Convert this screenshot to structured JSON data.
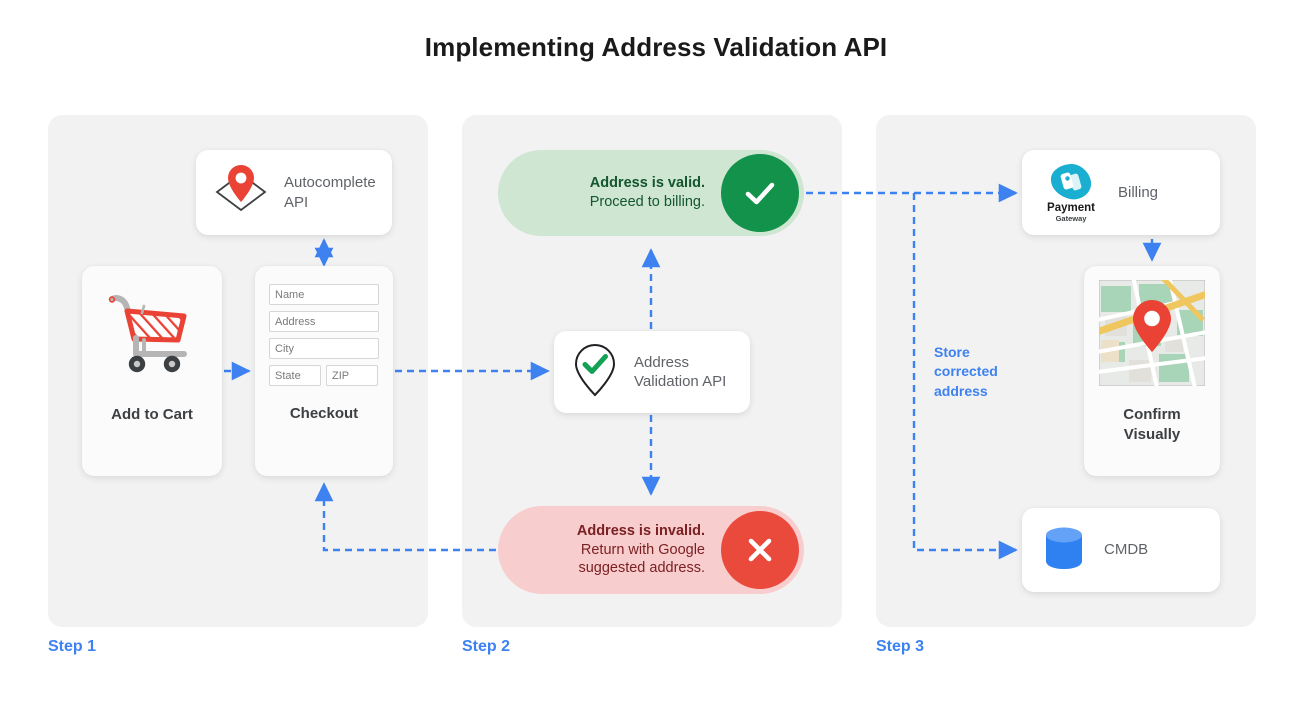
{
  "page": {
    "title": "Implementing Address Validation API",
    "accent_blue": "#3d82f0",
    "panel_bg": "#f2f2f2",
    "valid_green": "#12924b",
    "invalid_red": "#ea4a3c"
  },
  "steps": [
    {
      "label": "Step 1"
    },
    {
      "label": "Step 2"
    },
    {
      "label": "Step 3"
    }
  ],
  "step1": {
    "autocomplete_card": {
      "label": "Autocomplete\nAPI",
      "icon": "map-pin-icon"
    },
    "cart_card": {
      "label": "Add to Cart",
      "icon": "shopping-cart-icon"
    },
    "checkout_card": {
      "label": "Checkout",
      "fields": [
        {
          "placeholder": "Name"
        },
        {
          "placeholder": "Address"
        },
        {
          "placeholder": "City"
        },
        {
          "placeholder": "State"
        },
        {
          "placeholder": "ZIP"
        }
      ]
    }
  },
  "step2": {
    "valid_pill": {
      "line1": "Address is valid.",
      "line2": "Proceed to billing.",
      "icon": "check-circle-icon"
    },
    "invalid_pill": {
      "line1": "Address is invalid.",
      "line2": "Return with Google\nsuggested address.",
      "icon": "x-circle-icon"
    },
    "validation_card": {
      "label": "Address\nValidation API",
      "icon": "pin-check-icon"
    }
  },
  "step3": {
    "billing_card": {
      "label": "Billing",
      "logo_primary": "Payment",
      "logo_secondary": "Gateway",
      "icon": "payment-gateway-logo"
    },
    "confirm_card": {
      "label": "Confirm\nVisually",
      "icon": "map-thumbnail-icon"
    },
    "cmdb_card": {
      "label": "CMDB",
      "icon": "database-icon"
    },
    "store_label": "Store\ncorrected\naddress"
  }
}
